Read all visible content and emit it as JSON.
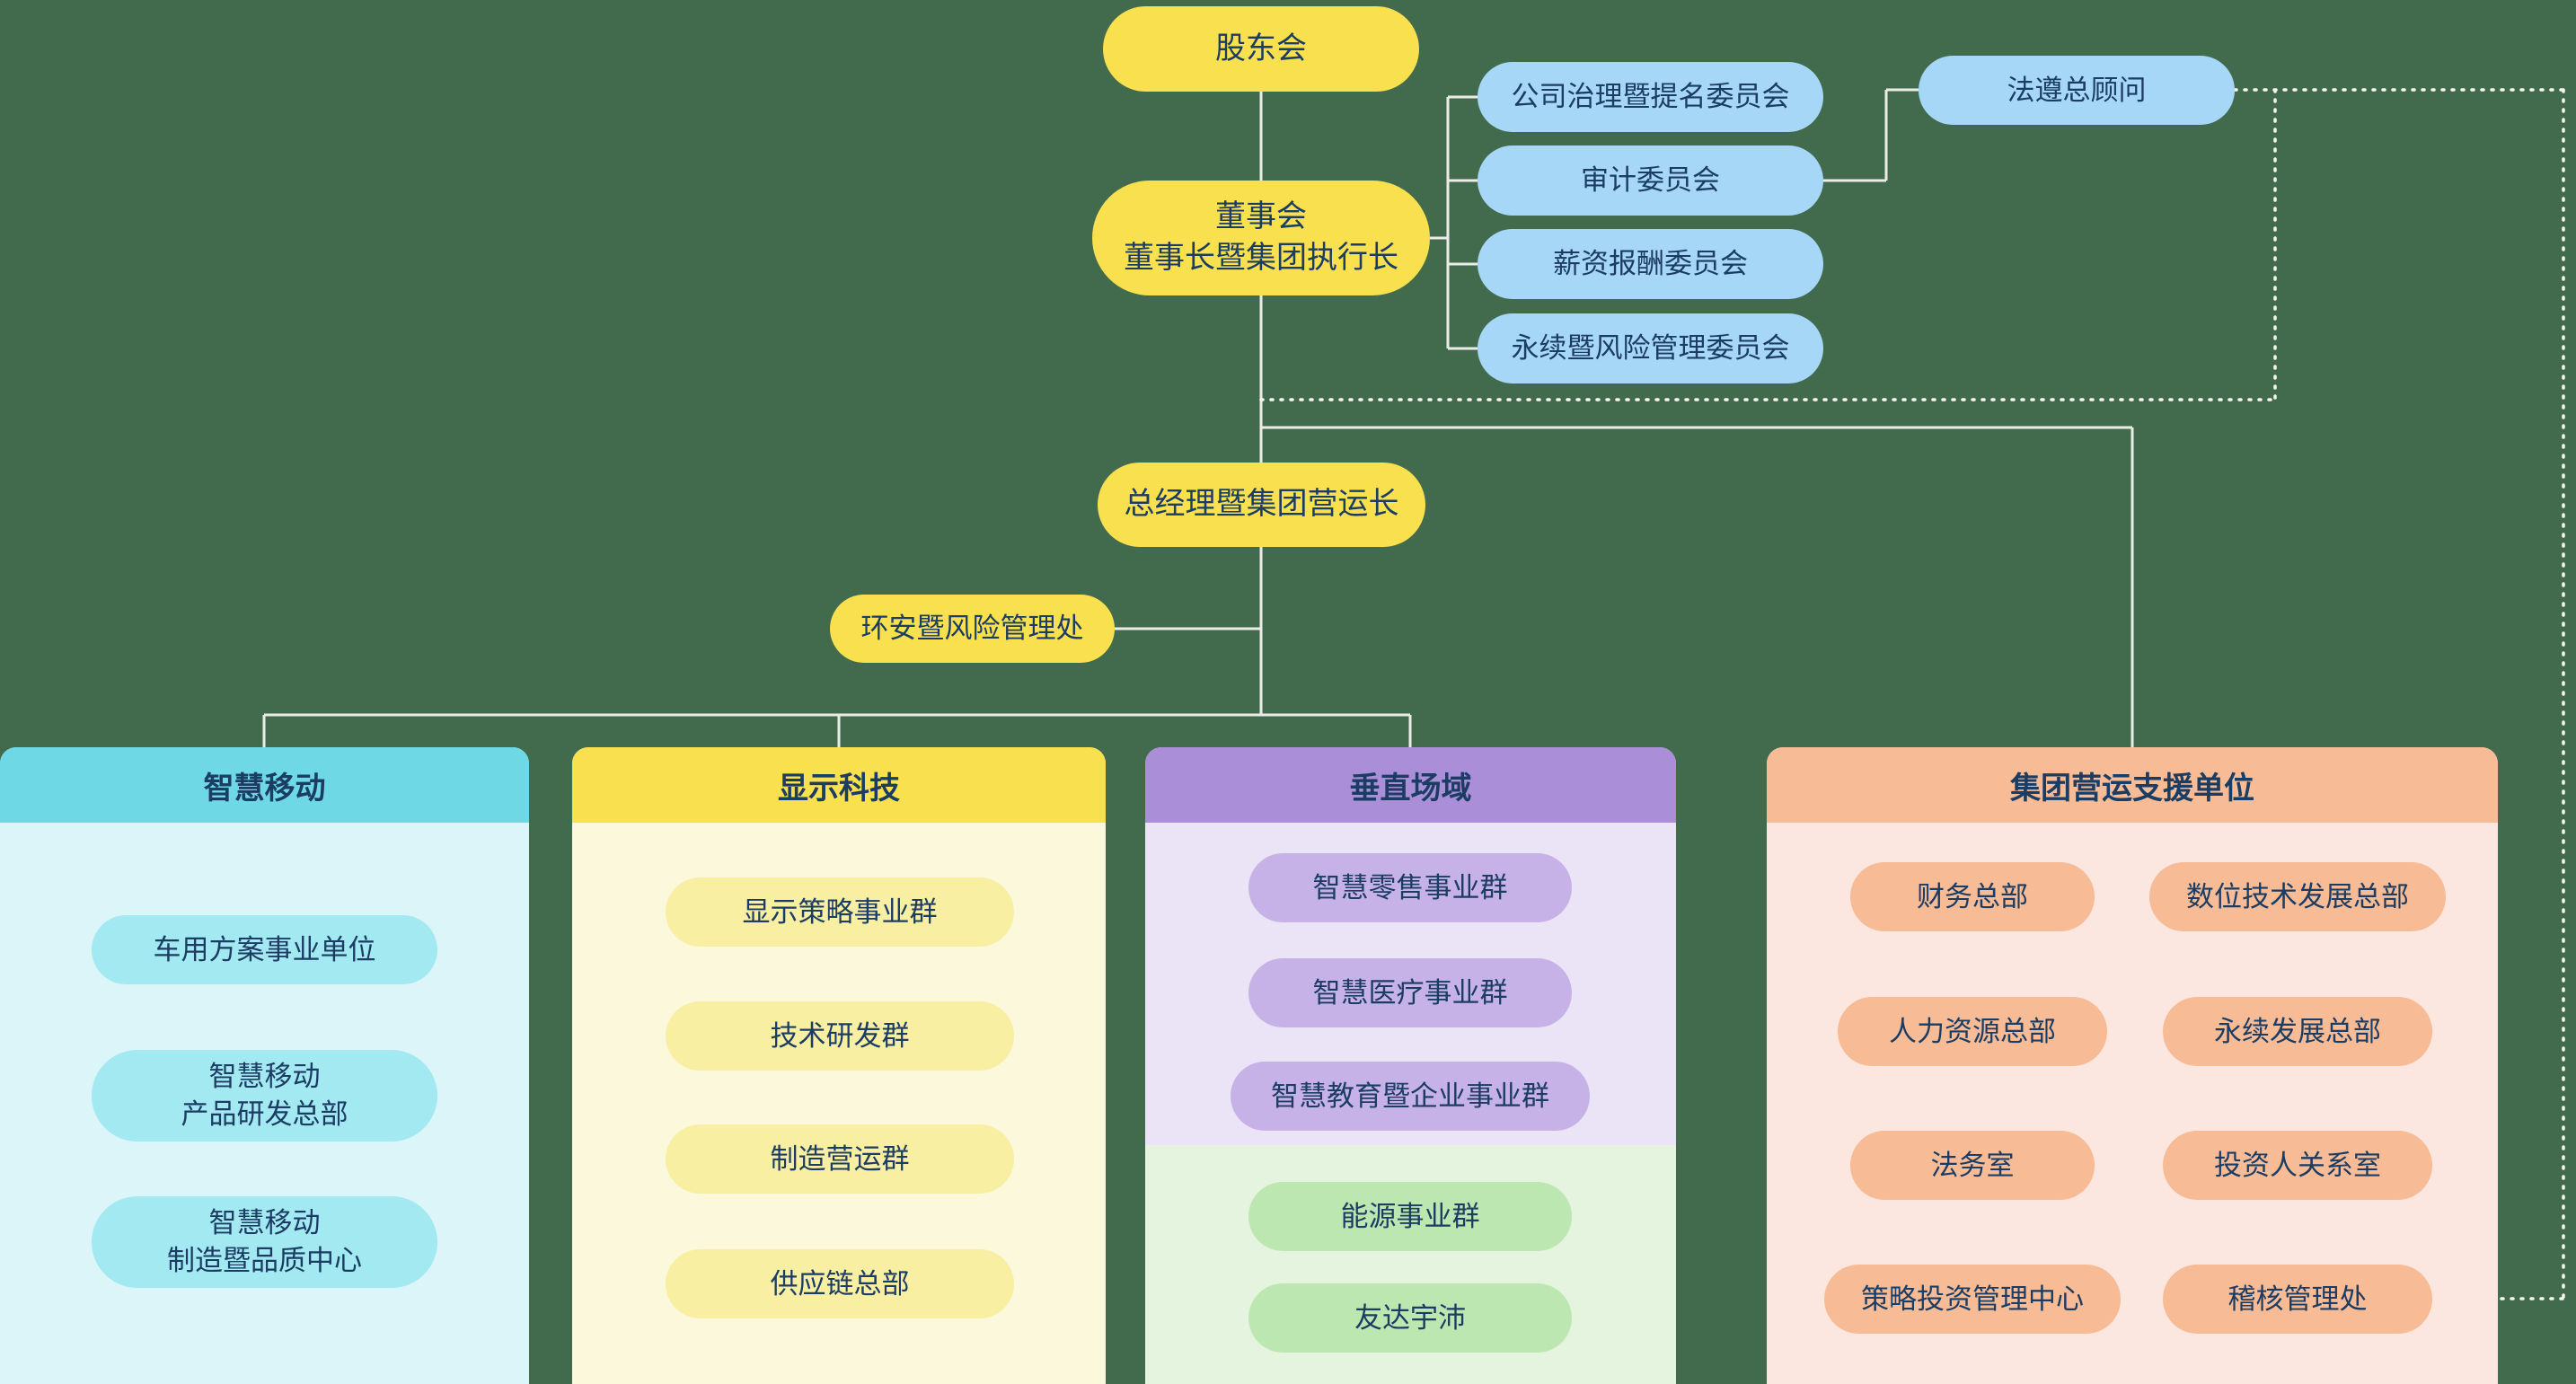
{
  "nodes": {
    "shareholders": "股东会",
    "board_line1": "董事会",
    "board_line2": "董事长暨集团执行长",
    "ceo": "总经理暨集团营运长",
    "ehs": "环安暨风险管理处",
    "compliance": "法遵总顾问",
    "committees": [
      "公司治理暨提名委员会",
      "审计委员会",
      "薪资报酬委员会",
      "永续暨风险管理委员会"
    ]
  },
  "panels": [
    {
      "title": "智慧移动",
      "items": [
        "车用方案事业单位",
        "智慧移动\n产品研发总部",
        "智慧移动\n制造暨品质中心"
      ]
    },
    {
      "title": "显示科技",
      "items": [
        "显示策略事业群",
        "技术研发群",
        "制造营运群",
        "供应链总部"
      ]
    },
    {
      "title": "垂直场域",
      "items": [
        "智慧零售事业群",
        "智慧医疗事业群",
        "智慧教育暨企业事业群"
      ],
      "green_items": [
        "能源事业群",
        "友达宇沛"
      ]
    },
    {
      "title": "集团营运支援单位",
      "items": [
        "财务总部",
        "数位技术发展总部",
        "人力资源总部",
        "永续发展总部",
        "法务室",
        "投资人关系室",
        "策略投资管理中心",
        "稽核管理处"
      ]
    }
  ],
  "colors": {
    "background": "#426B4D",
    "text": "#1B3C63",
    "connector": "#ECECE7",
    "connector-dotted": "#F7F7F2",
    "yellow-node": "#F9E04E",
    "blue-node": "#A6D7F6",
    "mobility-header": "#6FD8E5",
    "mobility-body": "#DBF5F8",
    "mobility-pill": "#A3E9F1",
    "display-header": "#F9E04E",
    "display-body": "#FBF8DC",
    "display-pill": "#F9EFA3",
    "vertical-header": "#AA8ED8",
    "vertical-body": "#EAE4F6",
    "vertical-pill": "#C7B2E7",
    "energy-body": "#E4F4DE",
    "energy-pill": "#BDE7B0",
    "support-header": "#F7BB95",
    "support-body": "#FBE6E0",
    "support-pill": "#F7BB95"
  }
}
